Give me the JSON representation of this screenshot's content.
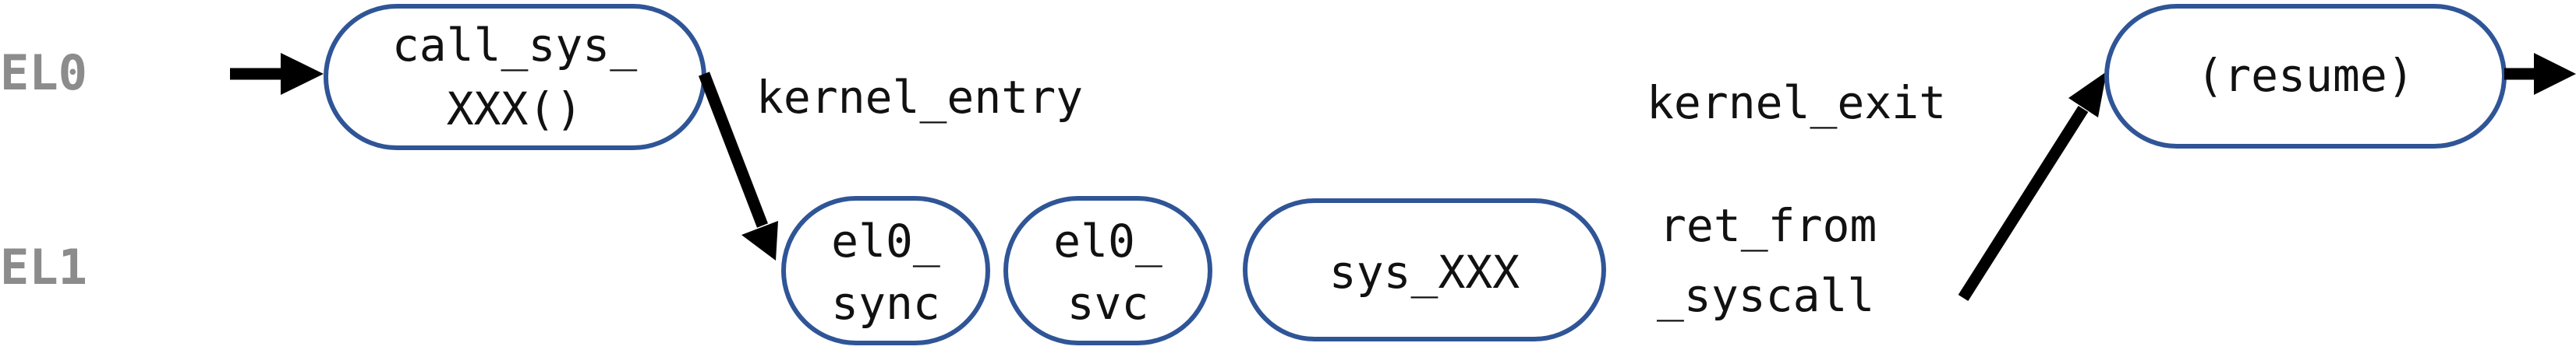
{
  "levels": {
    "el0": "EL0",
    "el1": "EL1"
  },
  "nodes": {
    "call_sys": {
      "line1": "call_sys_",
      "line2": "XXX()"
    },
    "el0_sync": {
      "line1": "el0_",
      "line2": "sync"
    },
    "el0_svc": {
      "line1": "el0_",
      "line2": "svc"
    },
    "sys_xxx": {
      "line1": "sys_XXX"
    },
    "resume": {
      "line1": "(resume)"
    }
  },
  "labels": {
    "kernel_entry": "kernel_entry",
    "kernel_exit": "kernel_exit",
    "ret_from_line1": "ret_from",
    "ret_from_line2": "_syscall"
  },
  "colors": {
    "node_border": "#2f5597",
    "arrow": "#000000",
    "level_text": "#8c8c8c"
  }
}
